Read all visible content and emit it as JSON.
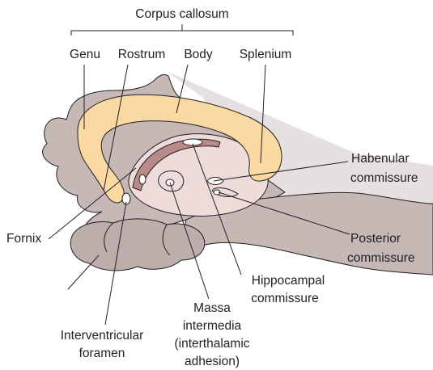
{
  "labels": {
    "corpus_callosum": "Corpus callosum",
    "genu": "Genu",
    "rostrum": "Rostrum",
    "body": "Body",
    "splenium": "Splenium",
    "habenular_1": "Habenular",
    "habenular_2": "commissure",
    "fornix": "Fornix",
    "posterior_1": "Posterior",
    "posterior_2": "commissure",
    "massa_1": "Massa",
    "massa_2": "intermedia",
    "massa_3": "(interthalamic",
    "massa_4": "adhesion)",
    "hippocampal_1": "Hippocampal",
    "hippocampal_2": "commissure",
    "interventricular_1": "Interventricular",
    "interventricular_2": "foramen"
  },
  "colors": {
    "cortex": "#c5b8b5",
    "cortex_dark": "#bcaeab",
    "back_plane": "#e6e1e0",
    "corpus_callosum": "#fbd9a3",
    "diencephalon": "#eddcd9",
    "fornix": "#b98a88",
    "text": "#231f20"
  }
}
